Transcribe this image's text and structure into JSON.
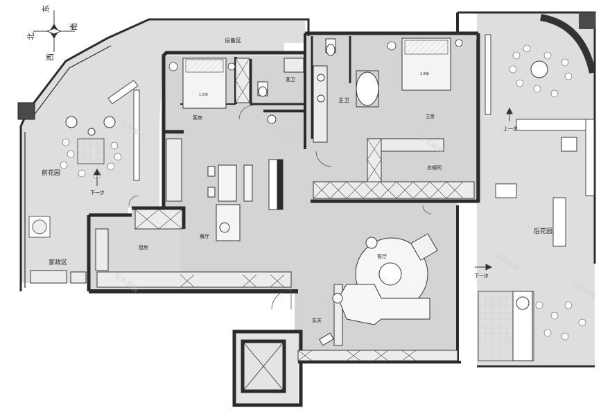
{
  "compass": {
    "north": "北",
    "east": "东",
    "south": "南",
    "west": "西"
  },
  "rooms": {
    "equipment": "设备区",
    "guest_bath": "客卫",
    "guest_room": "客房",
    "master_bath": "主卫",
    "master_bed": "主卧",
    "closet": "衣帽间",
    "front_garden": "前花园",
    "back_garden": "后花园",
    "kitchen": "厨房",
    "dining": "餐厅",
    "living": "客厅",
    "entrance": "玄关",
    "utility": "家政区"
  },
  "steps": {
    "front": "下一步",
    "back_up": "上一步",
    "back_down": "下一步"
  },
  "beds": {
    "guest": "1.5米",
    "master": "1.8米"
  },
  "watermark": "知末案例",
  "colors": {
    "wall": "#2b2b2b",
    "floor": "#d4d4d4",
    "garden": "#dedede",
    "cabinet": "#ececec",
    "line": "#333333"
  }
}
